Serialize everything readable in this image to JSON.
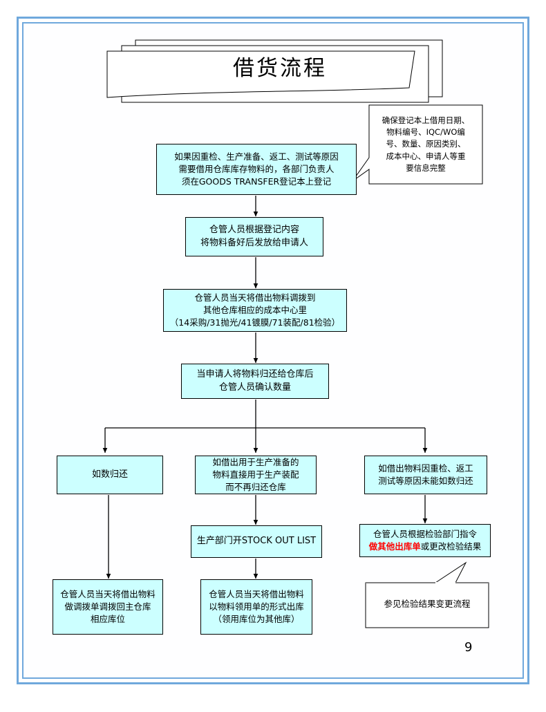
{
  "page": {
    "title": "借货流程",
    "page_number": "9",
    "accent_border_color": "#6fa8dc",
    "node_fill_color": "#ccffff",
    "highlight_color": "#ff0000"
  },
  "notes": {
    "top_right": "确保登记本上借用日期、\n物料编号、IQC/WO编\n号、数量、原因类别、\n成本中心、申请人等重\n要信息完整",
    "bottom_right": "参见检验结果变更流程"
  },
  "flow": {
    "step1": "如果因重检、生产准备、返工、测试等原因\n需要借用仓库库存物料的，各部门负责人\n须在GOODS TRANSFER登记本上登记",
    "step2": "仓管人员根据登记内容\n将物料备好后发放给申请人",
    "step3": "仓管人员当天将借出物料调拨到\n其他仓库相应的成本中心里\n（14采购/31抛光/41镀膜/71装配/81检验）",
    "step4": "当申请人将物料归还给仓库后\n仓管人员确认数量",
    "branch_left": "如数归还",
    "branch_middle": "如借出用于生产准备的\n物料直接用于生产装配\n而不再归还仓库",
    "branch_right": "如借出物料因重检、返工\n测试等原因未能如数归还",
    "middle_step2": "生产部门开STOCK  OUT  LIST",
    "right_step2_prefix": "仓管人员根据检验部门指令\n",
    "right_step2_red": "做其他出库单",
    "right_step2_suffix": "或更改检验结果",
    "left_final": "仓管人员当天将借出物料\n做调拨单调拨回主仓库\n相应库位",
    "middle_final": "仓管人员当天将借出物料\n以物料领用单的形式出库\n（领用库位为其他库）"
  }
}
